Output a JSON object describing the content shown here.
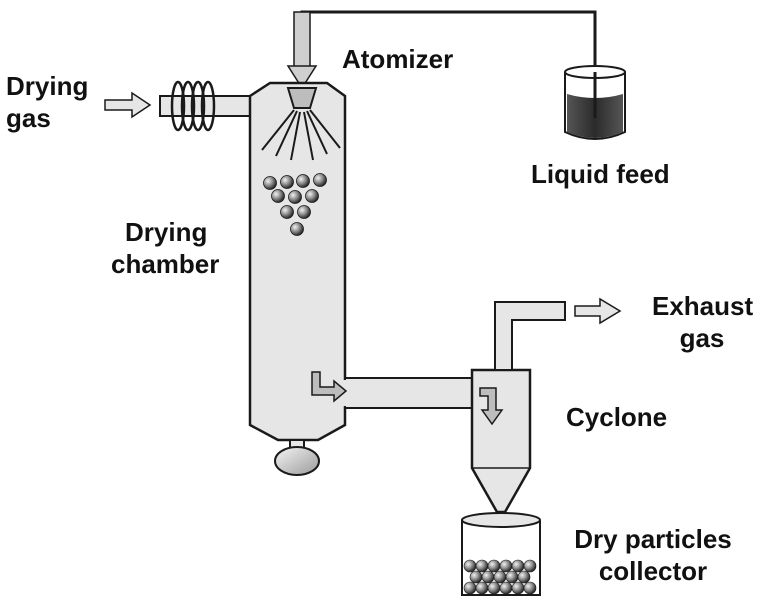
{
  "labels": {
    "drying_gas": [
      "Drying",
      "gas"
    ],
    "atomizer": "Atomizer",
    "liquid_feed": "Liquid feed",
    "drying_chamber": [
      "Drying",
      "chamber"
    ],
    "exhaust_gas": [
      "Exhaust",
      "gas"
    ],
    "cyclone": "Cyclone",
    "dry_particles_collector": [
      "Dry particles",
      "collector"
    ]
  },
  "colors": {
    "line": "#1a1a1a",
    "fill_light": "#e6e6e6",
    "fill_grey": "#bdbdbd",
    "liquid": "#3a3a3a",
    "background": "#ffffff"
  }
}
